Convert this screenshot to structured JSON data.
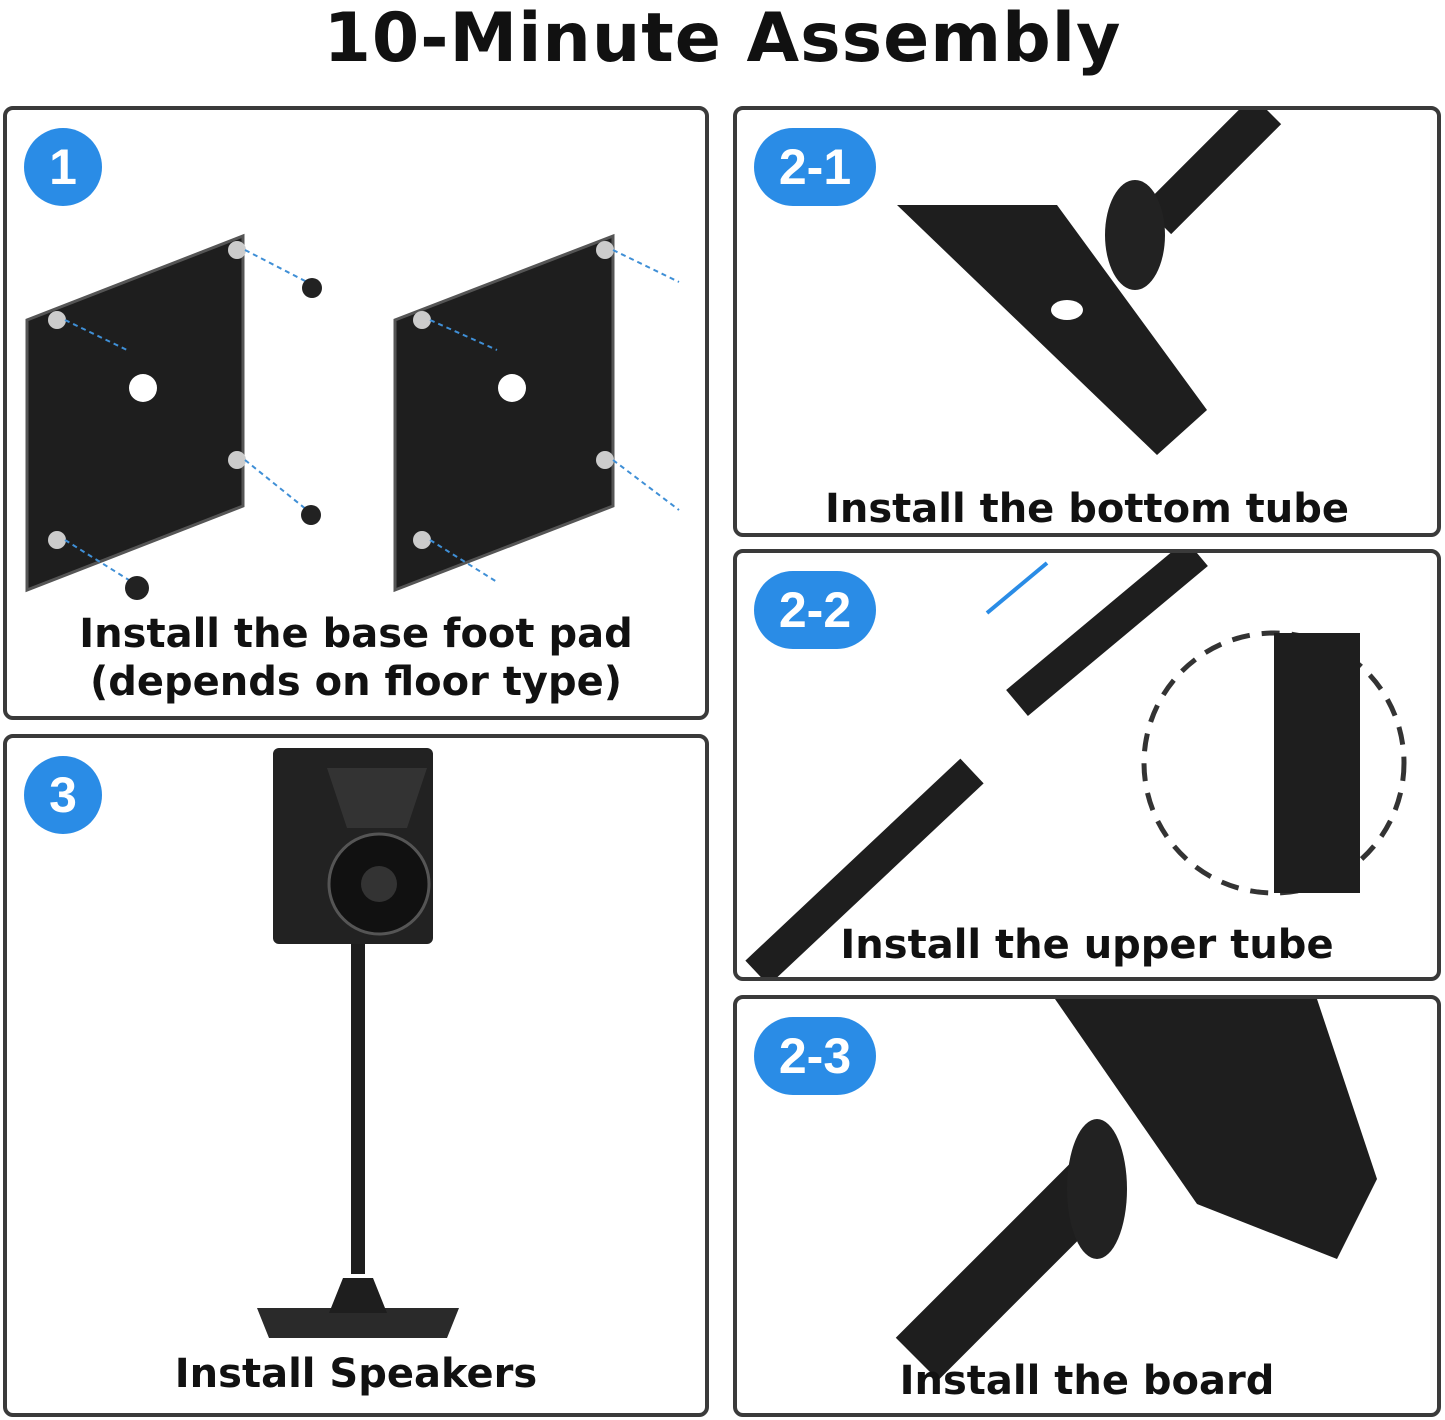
{
  "title": "10-Minute Assembly",
  "steps": [
    {
      "badge": "1",
      "caption_line1": "Install the base foot pad",
      "caption_line2": "(depends on floor type)"
    },
    {
      "badge": "2-1",
      "caption": "Install the bottom tube"
    },
    {
      "badge": "2-2",
      "caption": "Install the upper tube"
    },
    {
      "badge": "2-3",
      "caption": "Install the board"
    },
    {
      "badge": "3",
      "caption": "Install Speakers"
    }
  ],
  "colors": {
    "badge": "#2a8ce6",
    "border": "#3a3a3a",
    "dash": "#3f8fd6"
  }
}
